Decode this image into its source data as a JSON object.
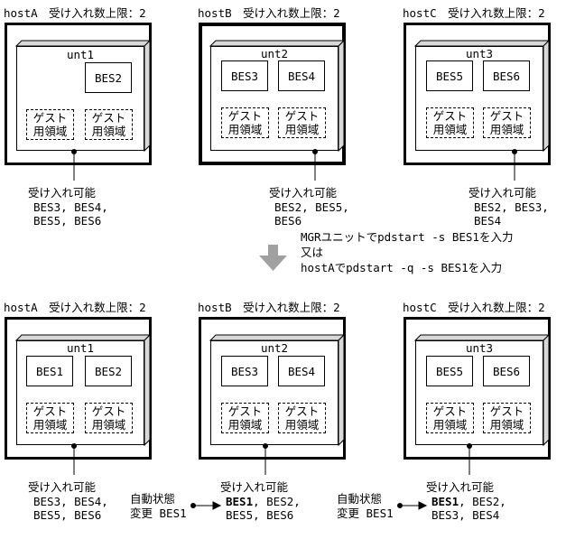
{
  "top": [
    {
      "host_label": "hostA　受け入れ数上限：2",
      "unit": "unt1",
      "bes": [
        "",
        "BES2"
      ],
      "guest": [
        "ゲスト",
        "用領域"
      ],
      "avail": [
        "受け入れ可能",
        "BES3, BES4,",
        "BES5, BES6"
      ]
    },
    {
      "host_label": "hostB　受け入れ数上限：2",
      "unit": "unt2",
      "bes": [
        "BES3",
        "BES4"
      ],
      "guest": [
        "ゲスト",
        "用領域"
      ],
      "avail": [
        "受け入れ可能",
        "BES2, BES5,",
        "BES6"
      ]
    },
    {
      "host_label": "hostC　受け入れ数上限：2",
      "unit": "unt3",
      "bes": [
        "BES5",
        "BES6"
      ],
      "guest": [
        "ゲスト",
        "用領域"
      ],
      "avail": [
        "受け入れ可能",
        "BES2, BES3,",
        "BES4"
      ]
    }
  ],
  "command": {
    "line1": "MGRユニットでpdstart -s BES1を入力",
    "line2": "又は",
    "line3": "hostAでpdstart -q -s BES1を入力"
  },
  "bottom": [
    {
      "host_label": "hostA　受け入れ数上限：2",
      "unit": "unt1",
      "bes": [
        "BES1",
        "BES2"
      ],
      "guest": [
        "ゲスト",
        "用領域"
      ],
      "avail": [
        "受け入れ可能",
        "BES3, BES4,",
        "BES5, BES6"
      ]
    },
    {
      "host_label": "hostB　受け入れ数上限：2",
      "unit": "unt2",
      "bes": [
        "BES3",
        "BES4"
      ],
      "guest": [
        "ゲスト",
        "用領域"
      ],
      "avail_title": "受け入れ可能",
      "avail_bold": "BES1",
      "avail_rest": ", BES2,",
      "avail_line3": "BES5, BES6",
      "auto_line1": "自動状態",
      "auto_line2": "変更 BES1"
    },
    {
      "host_label": "hostC　受け入れ数上限：2",
      "unit": "unt3",
      "bes": [
        "BES5",
        "BES6"
      ],
      "guest": [
        "ゲスト",
        "用領域"
      ],
      "avail_title": "受け入れ可能",
      "avail_bold": "BES1",
      "avail_rest": ", BES2,",
      "avail_line3": "BES3, BES4",
      "auto_line1": "自動状態",
      "auto_line2": "変更 BES1"
    }
  ],
  "colors": {
    "line": "#000000",
    "arrow": "#a0a0a0",
    "unit_side": "#d8d8d8"
  }
}
